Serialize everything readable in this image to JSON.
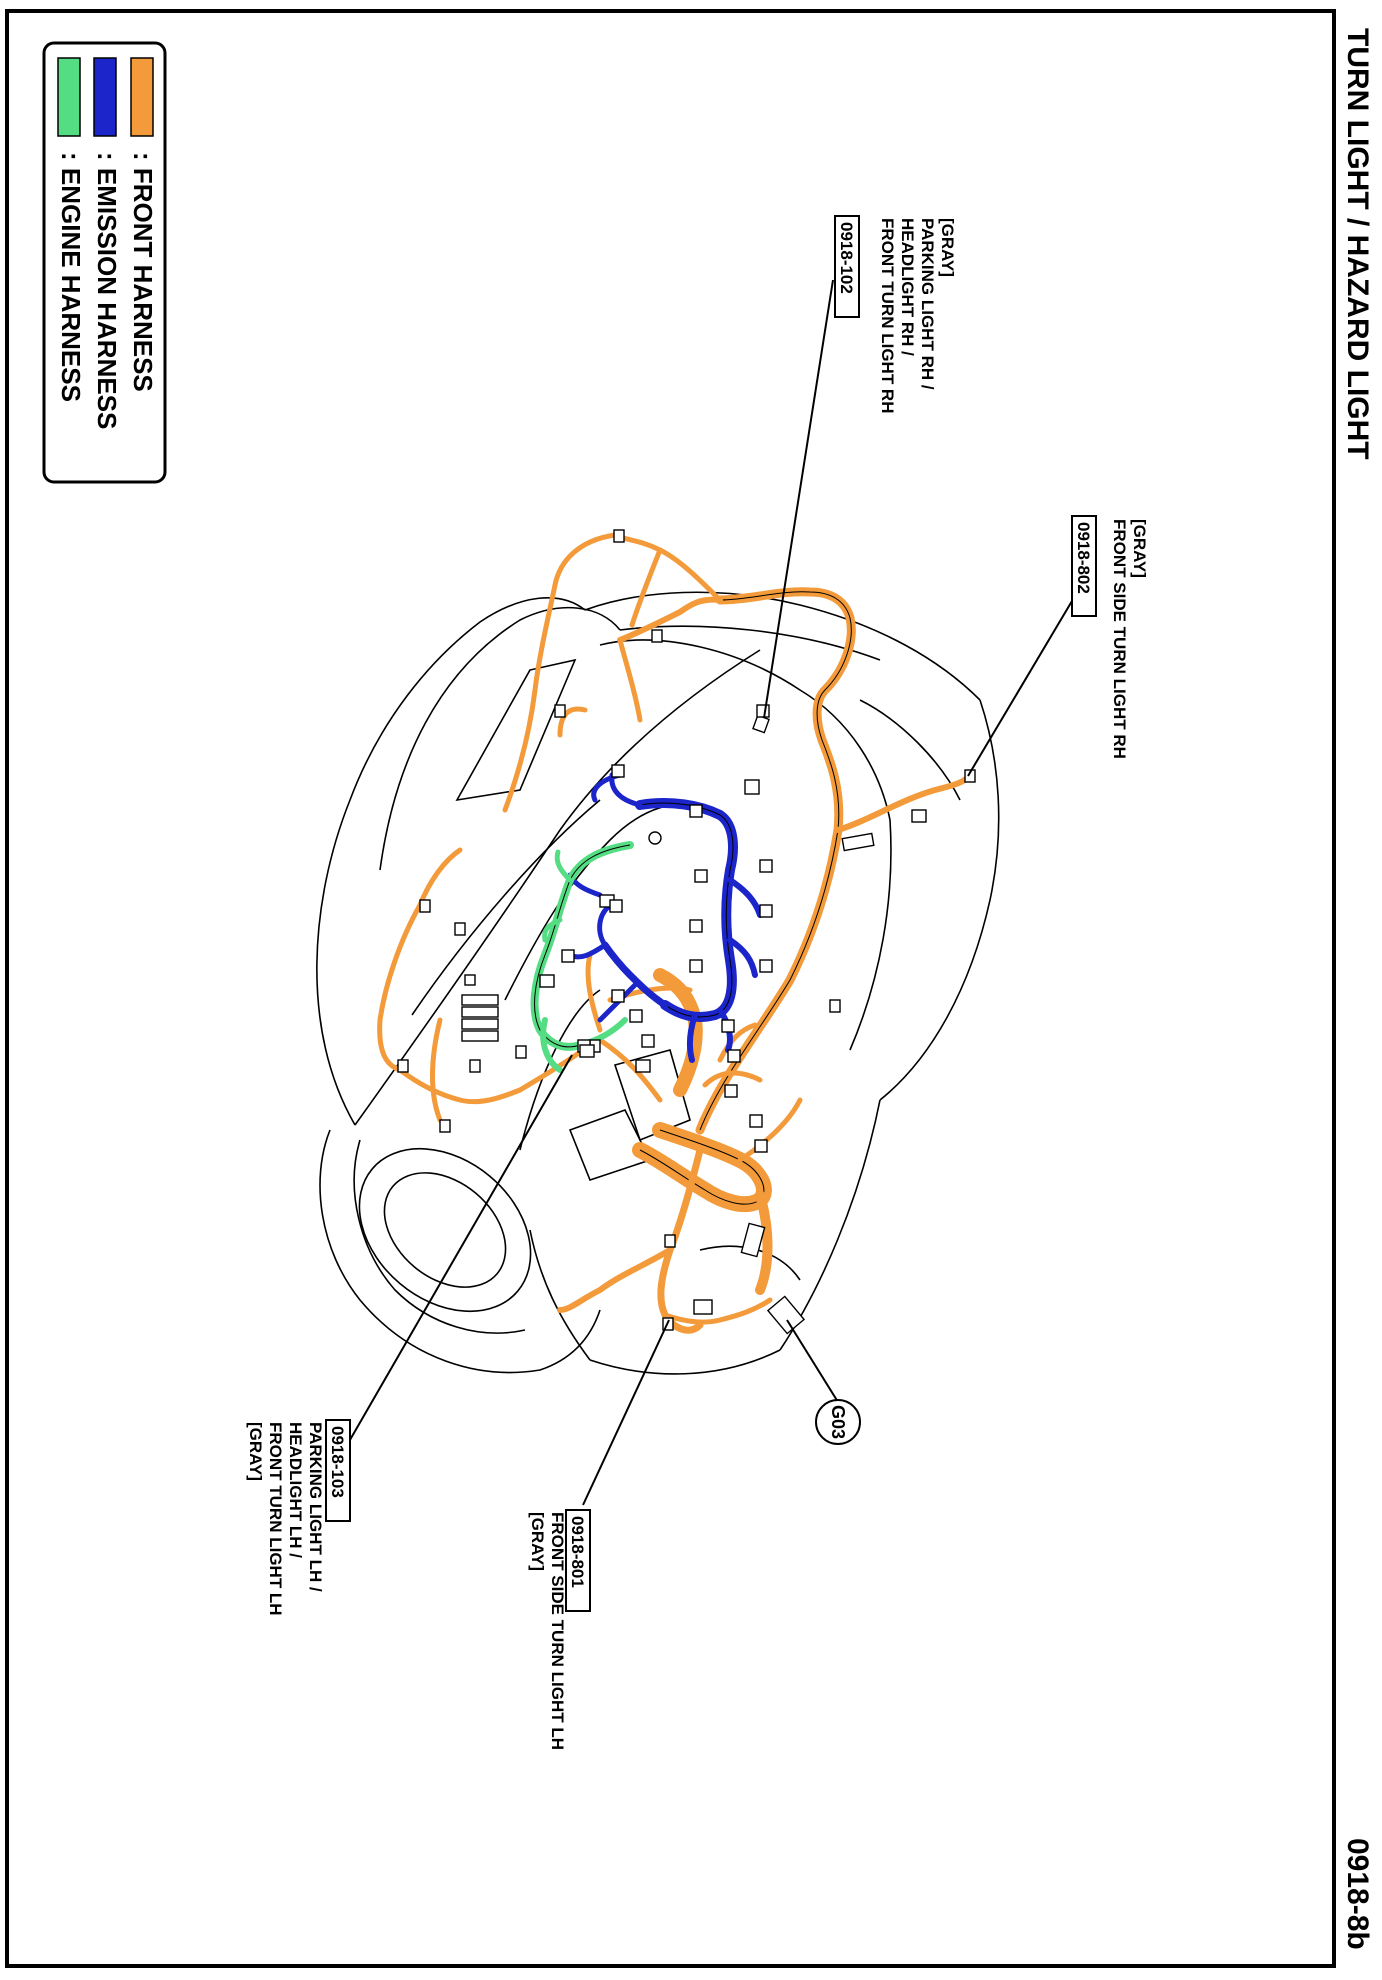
{
  "page": {
    "title": "TURN LIGHT / HAZARD LIGHT",
    "page_code": "0918-8b"
  },
  "legend": {
    "items": [
      {
        "label": ": FRONT HARNESS",
        "color": "#f39a3a"
      },
      {
        "label": ": EMISSION HARNESS",
        "color": "#1b25c9"
      },
      {
        "label": ": ENGINE HARNESS",
        "color": "#55dd84"
      }
    ]
  },
  "connectors": [
    {
      "id": "0918-102",
      "lines": [
        "[GRAY]",
        "PARKING LIGHT RH /",
        "HEADLIGHT RH /",
        "FRONT TURN LIGHT RH"
      ]
    },
    {
      "id": "0918-802",
      "lines": [
        "[GRAY]",
        "FRONT SIDE TURN LIGHT RH"
      ]
    },
    {
      "id": "0918-103",
      "lines": [
        "PARKING LIGHT LH /",
        "HEADLIGHT LH /",
        "FRONT TURN LIGHT LH",
        "[GRAY]"
      ]
    },
    {
      "id": "0918-801",
      "lines": [
        "FRONT SIDE TURN LIGHT LH",
        "[GRAY]"
      ]
    }
  ],
  "ground": {
    "label": "G03"
  }
}
